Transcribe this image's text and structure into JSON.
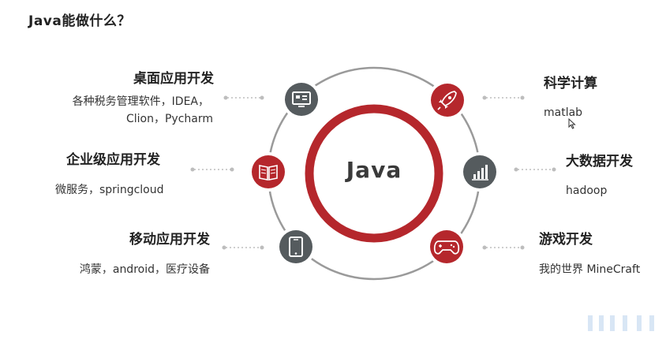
{
  "title": "Java能做什么？",
  "center": "Java",
  "colors": {
    "accent_red": "#b5272c",
    "dark_gray": "#555b5e",
    "ring_gray": "#9a9a9a"
  },
  "categories": {
    "desktop": {
      "title": "桌面应用开发",
      "desc_line1": "各种税务管理软件，IDEA，",
      "desc_line2": "Clion，Pycharm",
      "icon": "monitor-icon"
    },
    "enterprise": {
      "title": "企业级应用开发",
      "desc": "微服务，springcloud",
      "icon": "book-icon"
    },
    "mobile": {
      "title": "移动应用开发",
      "desc": "鸿蒙，android，医疗设备",
      "icon": "tablet-icon"
    },
    "science": {
      "title": "科学计算",
      "desc": "matlab",
      "icon": "rocket-icon"
    },
    "bigdata": {
      "title": "大数据开发",
      "desc": "hadoop",
      "icon": "bar-chart-icon"
    },
    "game": {
      "title": "游戏开发",
      "desc": "我的世界 MineCraft",
      "icon": "gamepad-icon"
    }
  }
}
